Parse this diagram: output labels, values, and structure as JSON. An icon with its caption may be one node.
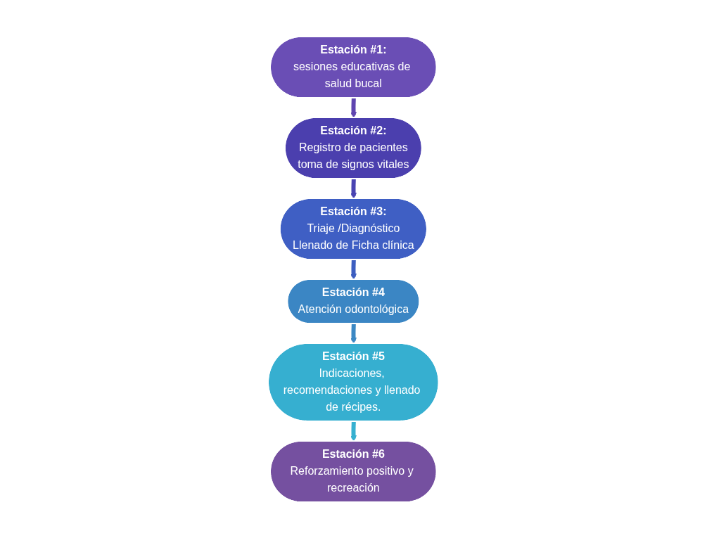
{
  "diagram": {
    "nodes": [
      {
        "text": [
          "Estación #1:",
          "sesiones educativas de salud bucal"
        ]
      },
      {
        "text": [
          "Estación #2:",
          "Registro de pacientes",
          "toma de signos vitales"
        ]
      },
      {
        "text": [
          "Estación #3:",
          "Triaje /Diagnóstico",
          "Llenado de Ficha clínica"
        ]
      },
      {
        "text": [
          "Estación #4",
          "Atención odontológica"
        ]
      },
      {
        "text": [
          "Estación #5",
          "Indicaciones, recomendaciones y llenado de récipes."
        ]
      },
      {
        "text": [
          "Estación #6",
          "Reforzamiento positivo y recreación"
        ]
      }
    ],
    "edges": [
      {
        "from": 0,
        "to": 1,
        "arrow": "to",
        "color": "#5f45b0"
      },
      {
        "from": 1,
        "to": 2,
        "arrow": "to",
        "color": "#4a44b2"
      },
      {
        "from": 2,
        "to": 3,
        "arrow": "to",
        "color": "#3d5ec0"
      },
      {
        "from": 3,
        "to": 4,
        "arrow": "to",
        "color": "#3b88c4"
      },
      {
        "from": 4,
        "to": 5,
        "arrow": "to",
        "color": "#36b0d0"
      }
    ]
  }
}
